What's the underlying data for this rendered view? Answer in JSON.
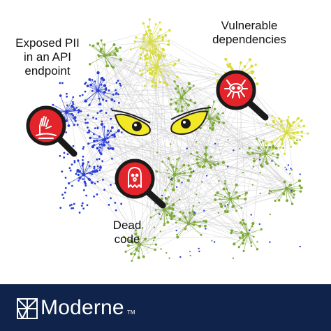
{
  "callouts": {
    "pii": [
      "Exposed PII",
      "in an API",
      "endpoint"
    ],
    "vuln": [
      "Vulnerable",
      "dependencies"
    ],
    "dead": [
      "Dead",
      "code"
    ]
  },
  "icons": {
    "pii": "zombie-hand-icon",
    "vuln": "bug-icon",
    "dead": "ghost-icon",
    "magnifier": "magnifying-glass-icon",
    "eyes": "owl-eyes-icon"
  },
  "brand": {
    "name": "Moderne",
    "trademark": "TM",
    "logo": "moderne-logo-icon"
  },
  "colors": {
    "footer": "#10234a",
    "magnifier_fill": "#e3242b",
    "magnifier_ring": "#1a1a1a",
    "eye_yellow": "#f2e825",
    "edge_gray": "#c8c8c8",
    "node_blue": "#2a3fd6",
    "node_green": "#7faa3a",
    "node_yellow": "#d7dc3a"
  }
}
